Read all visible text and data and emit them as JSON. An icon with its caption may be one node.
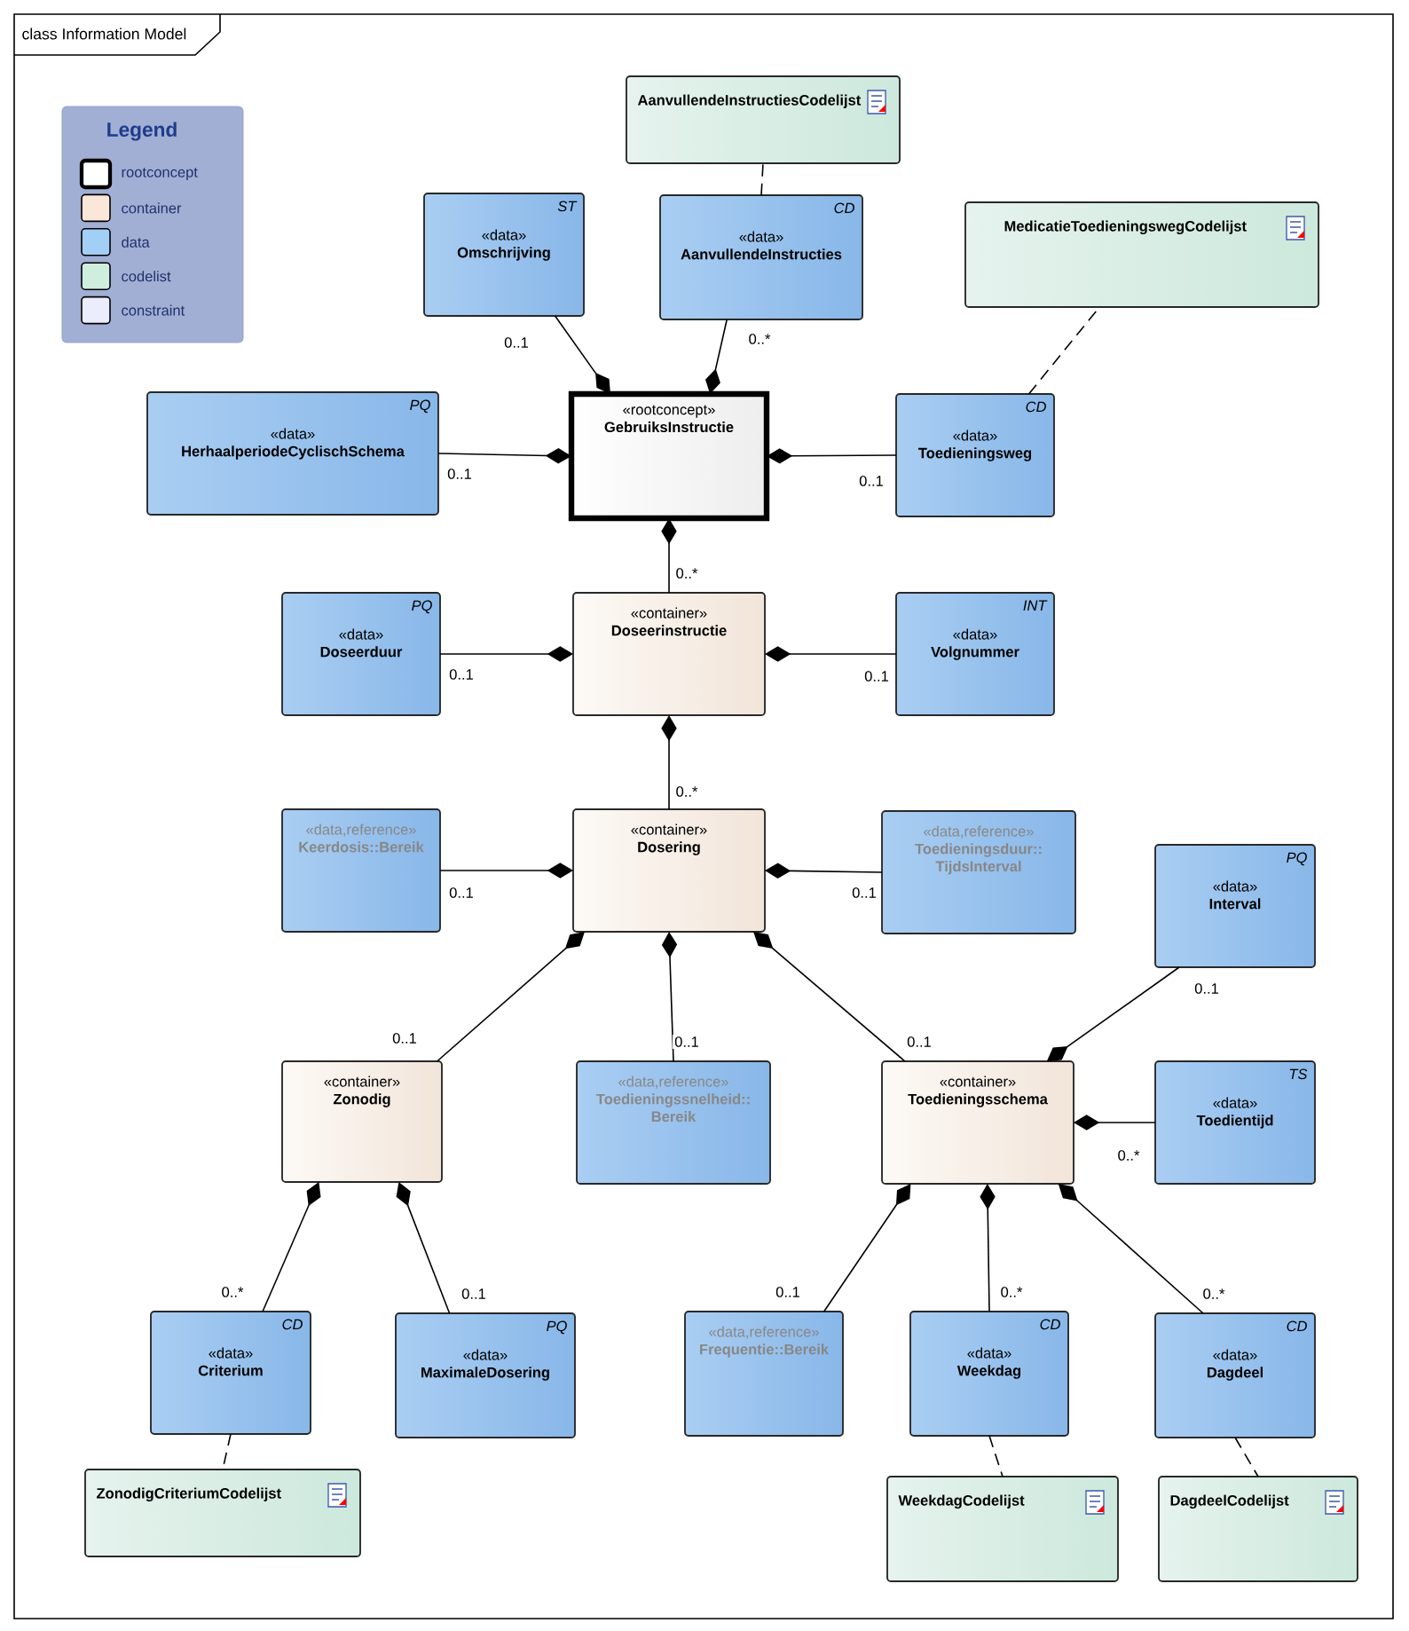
{
  "diagram": {
    "title": "class Information Model",
    "nodes": [
      {
        "text": [
          "AanvullendeInstructiesCodelijst"
        ]
      },
      {
        "text": [
          "ST",
          "«data»",
          "Omschrijving"
        ]
      },
      {
        "text": [
          "CD",
          "«data»",
          "AanvullendeInstructies"
        ]
      },
      {
        "text": [
          "MedicatieToedieningswegCodelijst"
        ]
      },
      {
        "text": [
          "PQ",
          "«data»",
          "HerhaalperiodeCyclischSchema"
        ]
      },
      {
        "text": [
          "«rootconcept»",
          "GebruiksInstructie"
        ]
      },
      {
        "text": [
          "CD",
          "«data»",
          "Toedieningsweg"
        ]
      },
      {
        "text": [
          "PQ",
          "«data»",
          "Doseerduur"
        ]
      },
      {
        "text": [
          "«container»",
          "Doseerinstructie"
        ]
      },
      {
        "text": [
          "INT",
          "«data»",
          "Volgnummer"
        ]
      },
      {
        "text": [
          "«data,reference»",
          "Keerdosis::Bereik"
        ]
      },
      {
        "text": [
          "«container»",
          "Dosering"
        ]
      },
      {
        "text": [
          "«data,reference»",
          "Toedieningsduur:: TijdsInterval"
        ]
      },
      {
        "text": [
          "PQ",
          "«data»",
          "Interval"
        ]
      },
      {
        "text": [
          "«container»",
          "Zonodig"
        ]
      },
      {
        "text": [
          "«data,reference»",
          "Toedieningssnelheid:: Bereik"
        ]
      },
      {
        "text": [
          "«container»",
          "Toedieningsschema"
        ]
      },
      {
        "text": [
          "TS",
          "«data»",
          "Toedientijd"
        ]
      },
      {
        "text": [
          "CD",
          "«data»",
          "Criterium"
        ]
      },
      {
        "text": [
          "PQ",
          "«data»",
          "MaximaleDosering"
        ]
      },
      {
        "text": [
          "«data,reference»",
          "Frequentie::Bereik"
        ]
      },
      {
        "text": [
          "CD",
          "«data»",
          "Weekdag"
        ]
      },
      {
        "text": [
          "CD",
          "«data»",
          "Dagdeel"
        ]
      },
      {
        "text": [
          "ZonodigCriteriumCodelijst"
        ]
      },
      {
        "text": [
          "WeekdagCodelijst"
        ]
      },
      {
        "text": [
          "DagdeelCodelijst"
        ]
      }
    ],
    "edges": [
      {
        "from": 2,
        "to": 0,
        "arrow": "none",
        "style": "dashed"
      },
      {
        "from": 5,
        "to": 1,
        "arrow": "other",
        "label": "0..1"
      },
      {
        "from": 5,
        "to": 2,
        "arrow": "other",
        "label": "0..*"
      },
      {
        "from": 6,
        "to": 3,
        "arrow": "none",
        "style": "dashed"
      },
      {
        "from": 5,
        "to": 4,
        "arrow": "other",
        "label": "0..1"
      },
      {
        "from": 5,
        "to": 6,
        "arrow": "other",
        "label": "0..1"
      },
      {
        "from": 5,
        "to": 8,
        "arrow": "other",
        "label": "0..*"
      },
      {
        "from": 8,
        "to": 7,
        "arrow": "other",
        "label": "0..1"
      },
      {
        "from": 8,
        "to": 9,
        "arrow": "other",
        "label": "0..1"
      },
      {
        "from": 8,
        "to": 11,
        "arrow": "other",
        "label": "0..*"
      },
      {
        "from": 11,
        "to": 10,
        "arrow": "other",
        "label": "0..1"
      },
      {
        "from": 11,
        "to": 12,
        "arrow": "other",
        "label": "0..1"
      },
      {
        "from": 11,
        "to": 14,
        "arrow": "other",
        "label": "0..1"
      },
      {
        "from": 11,
        "to": 15,
        "arrow": "other",
        "label": "0..1"
      },
      {
        "from": 11,
        "to": 16,
        "arrow": "other",
        "label": "0..1"
      },
      {
        "from": 16,
        "to": 13,
        "arrow": "other",
        "label": "0..1"
      },
      {
        "from": 16,
        "to": 17,
        "arrow": "other",
        "label": "0..*"
      },
      {
        "from": 14,
        "to": 18,
        "arrow": "other",
        "label": "0..*"
      },
      {
        "from": 14,
        "to": 19,
        "arrow": "other",
        "label": "0..1"
      },
      {
        "from": 16,
        "to": 20,
        "arrow": "other",
        "label": "0..1"
      },
      {
        "from": 16,
        "to": 21,
        "arrow": "other",
        "label": "0..*"
      },
      {
        "from": 16,
        "to": 22,
        "arrow": "other",
        "label": "0..*"
      },
      {
        "from": 18,
        "to": 23,
        "arrow": "none",
        "style": "dashed"
      },
      {
        "from": 21,
        "to": 24,
        "arrow": "none",
        "style": "dashed"
      },
      {
        "from": 22,
        "to": 25,
        "arrow": "none",
        "style": "dashed"
      }
    ],
    "labels": [
      "Legend"
    ],
    "legend": [
      {
        "text": "rootconcept"
      },
      {
        "text": "container",
        "color": "#fbe7da"
      },
      {
        "text": "data",
        "color": "#a3cff7"
      },
      {
        "text": "codelist",
        "color": "#cfeede"
      },
      {
        "text": "constraint",
        "color": "#ecedfc"
      }
    ]
  }
}
